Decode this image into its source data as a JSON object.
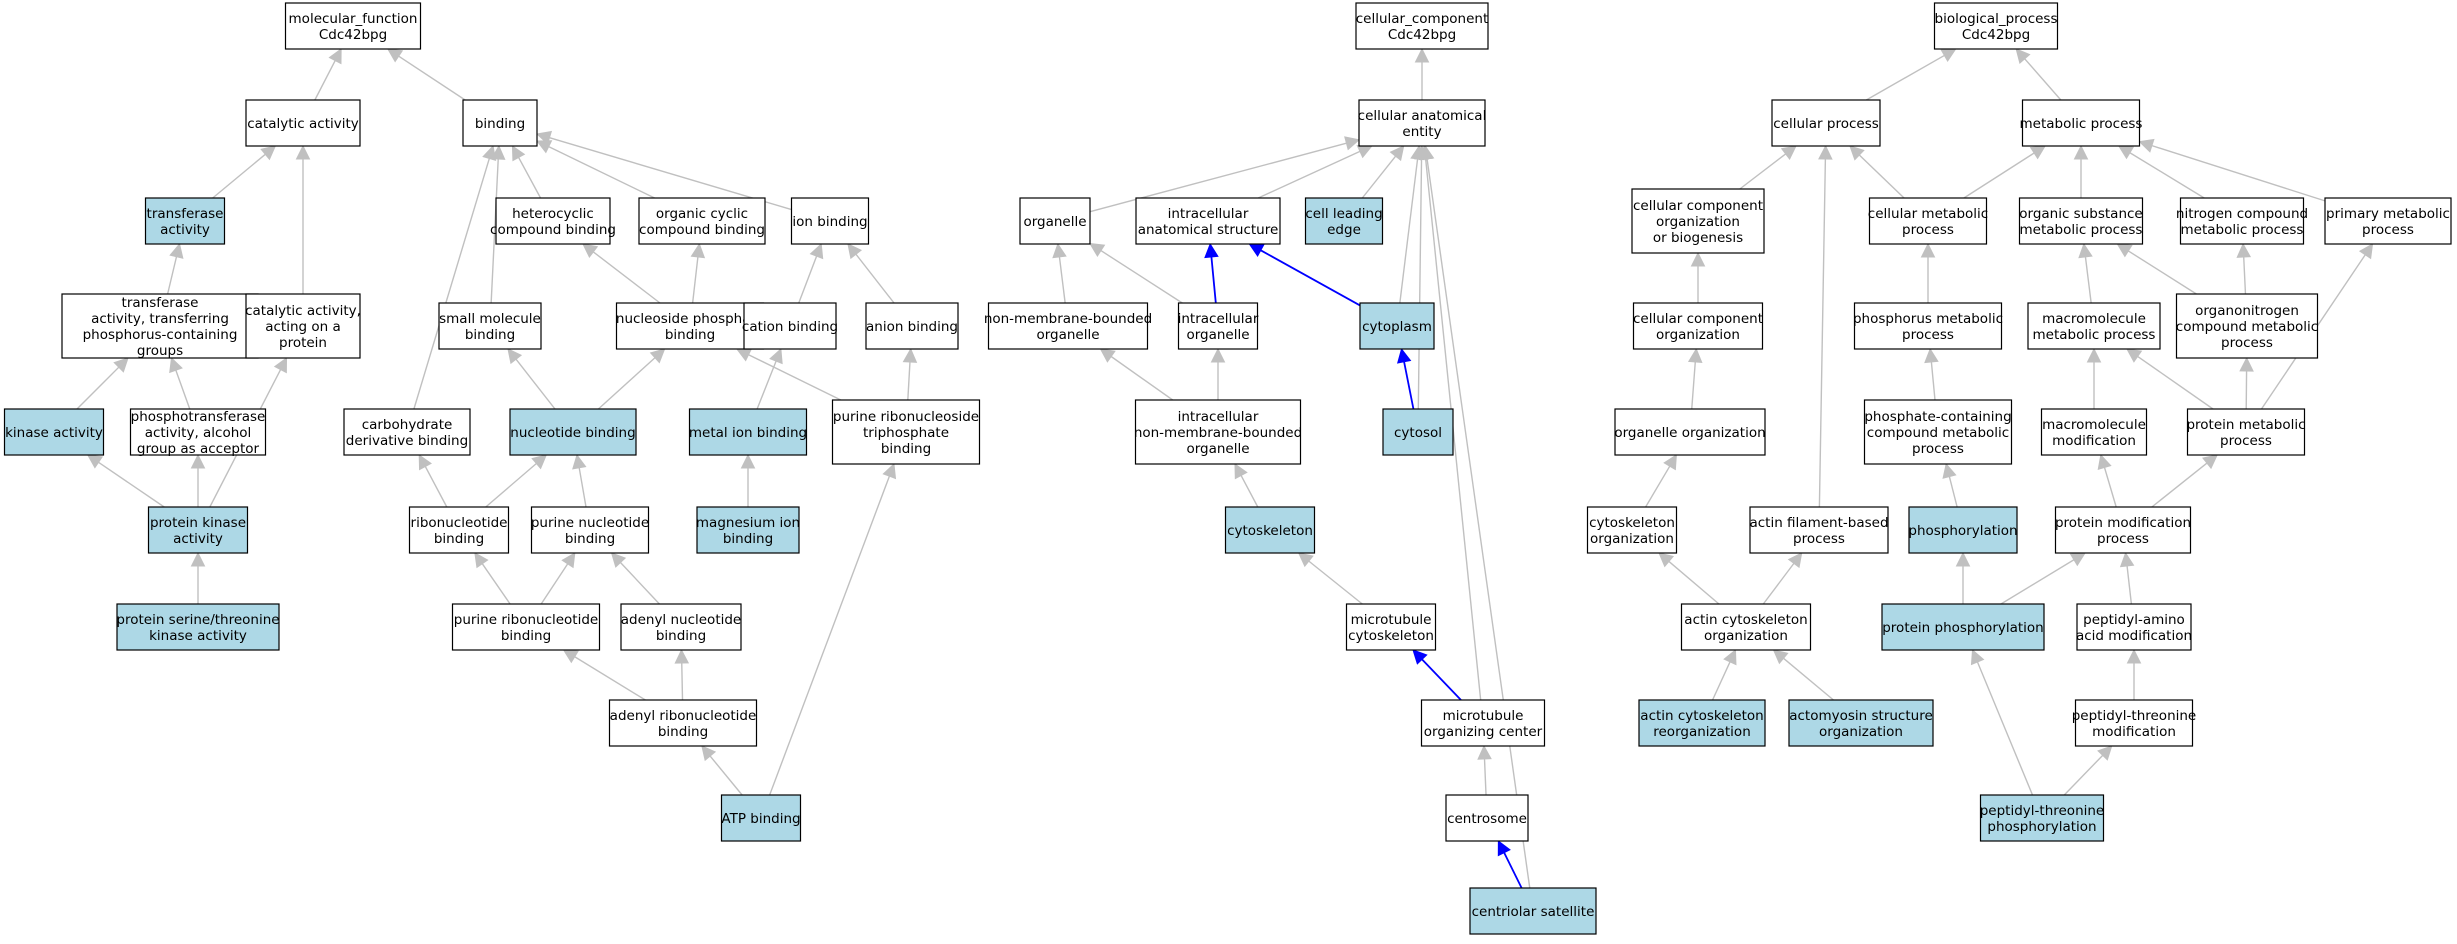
{
  "styles": {
    "highlight_fill": "#add8e6",
    "plain_fill": "#ffffff",
    "edge_gray": "#c0c0c0",
    "edge_blue": "#0000ff"
  },
  "nodes": [
    {
      "id": "mf",
      "label": "molecular_function\nCdc42bpg",
      "hl": false
    },
    {
      "id": "cat",
      "label": "catalytic activity",
      "hl": false
    },
    {
      "id": "bind",
      "label": "binding",
      "hl": false
    },
    {
      "id": "transf",
      "label": "transferase\nactivity",
      "hl": true
    },
    {
      "id": "trphos",
      "label": "transferase\nactivity, transferring\nphosphorus-containing\ngroups",
      "hl": false
    },
    {
      "id": "catprot",
      "label": "catalytic activity,\nacting on a\nprotein",
      "hl": false
    },
    {
      "id": "kinase",
      "label": "kinase activity",
      "hl": true
    },
    {
      "id": "phosalc",
      "label": "phosphotransferase\nactivity, alcohol\ngroup as acceptor",
      "hl": false
    },
    {
      "id": "protkin",
      "label": "protein kinase\nactivity",
      "hl": true
    },
    {
      "id": "pstk",
      "label": "protein serine/threonine\nkinase activity",
      "hl": true
    },
    {
      "id": "hetero",
      "label": "heterocyclic\ncompound binding",
      "hl": false
    },
    {
      "id": "orgcyc",
      "label": "organic cyclic\ncompound binding",
      "hl": false
    },
    {
      "id": "ionb",
      "label": "ion binding",
      "hl": false
    },
    {
      "id": "smallmol",
      "label": "small molecule\nbinding",
      "hl": false
    },
    {
      "id": "nucphos",
      "label": "nucleoside phosphate\nbinding",
      "hl": false
    },
    {
      "id": "cation",
      "label": "cation binding",
      "hl": false
    },
    {
      "id": "anion",
      "label": "anion binding",
      "hl": false
    },
    {
      "id": "carbo",
      "label": "carbohydrate\nderivative binding",
      "hl": false
    },
    {
      "id": "nucbind",
      "label": "nucleotide binding",
      "hl": true
    },
    {
      "id": "metalion",
      "label": "metal ion binding",
      "hl": true
    },
    {
      "id": "prntp",
      "label": "purine ribonucleoside\ntriphosphate\nbinding",
      "hl": false
    },
    {
      "id": "ribonuc",
      "label": "ribonucleotide\nbinding",
      "hl": false
    },
    {
      "id": "purnuc",
      "label": "purine nucleotide\nbinding",
      "hl": false
    },
    {
      "id": "mgion",
      "label": "magnesium ion\nbinding",
      "hl": true
    },
    {
      "id": "purribo",
      "label": "purine ribonucleotide\nbinding",
      "hl": false
    },
    {
      "id": "adenyl",
      "label": "adenyl nucleotide\nbinding",
      "hl": false
    },
    {
      "id": "adenylribo",
      "label": "adenyl ribonucleotide\nbinding",
      "hl": false
    },
    {
      "id": "atp",
      "label": "ATP binding",
      "hl": true
    },
    {
      "id": "cc",
      "label": "cellular_component\nCdc42bpg",
      "hl": false
    },
    {
      "id": "cae",
      "label": "cellular anatomical\nentity",
      "hl": false
    },
    {
      "id": "organelle",
      "label": "organelle",
      "hl": false
    },
    {
      "id": "ias",
      "label": "intracellular\nanatomical structure",
      "hl": false
    },
    {
      "id": "cle",
      "label": "cell leading\nedge",
      "hl": true
    },
    {
      "id": "nmbo",
      "label": "non-membrane-bounded\norganelle",
      "hl": false
    },
    {
      "id": "intorg",
      "label": "intracellular\norganelle",
      "hl": false
    },
    {
      "id": "cytoplasm",
      "label": "cytoplasm",
      "hl": true
    },
    {
      "id": "inmbo",
      "label": "intracellular\nnon-membrane-bounded\norganelle",
      "hl": false
    },
    {
      "id": "cytosol",
      "label": "cytosol",
      "hl": true
    },
    {
      "id": "cytoskel",
      "label": "cytoskeleton",
      "hl": true
    },
    {
      "id": "mtcyto",
      "label": "microtubule\ncytoskeleton",
      "hl": false
    },
    {
      "id": "mtoc",
      "label": "microtubule\norganizing center",
      "hl": false
    },
    {
      "id": "centrosome",
      "label": "centrosome",
      "hl": false
    },
    {
      "id": "centsat",
      "label": "centriolar satellite",
      "hl": true
    },
    {
      "id": "bp",
      "label": "biological_process\nCdc42bpg",
      "hl": false
    },
    {
      "id": "cellproc",
      "label": "cellular process",
      "hl": false
    },
    {
      "id": "metproc",
      "label": "metabolic process",
      "hl": false
    },
    {
      "id": "ccob",
      "label": "cellular component\norganization\nor biogenesis",
      "hl": false
    },
    {
      "id": "cellmet",
      "label": "cellular metabolic\nprocess",
      "hl": false
    },
    {
      "id": "orgsub",
      "label": "organic substance\nmetabolic process",
      "hl": false
    },
    {
      "id": "nitro",
      "label": "nitrogen compound\nmetabolic process",
      "hl": false
    },
    {
      "id": "primmet",
      "label": "primary metabolic\nprocess",
      "hl": false
    },
    {
      "id": "ccorg",
      "label": "cellular component\norganization",
      "hl": false
    },
    {
      "id": "phosmet",
      "label": "phosphorus metabolic\nprocess",
      "hl": false
    },
    {
      "id": "macromet",
      "label": "macromolecule\nmetabolic process",
      "hl": false
    },
    {
      "id": "orgnitro",
      "label": "organonitrogen\ncompound metabolic\nprocess",
      "hl": false
    },
    {
      "id": "orgorg",
      "label": "organelle organization",
      "hl": false
    },
    {
      "id": "phoscont",
      "label": "phosphate-containing\ncompound metabolic\nprocess",
      "hl": false
    },
    {
      "id": "macromod",
      "label": "macromolecule\nmodification",
      "hl": false
    },
    {
      "id": "protmet",
      "label": "protein metabolic\nprocess",
      "hl": false
    },
    {
      "id": "cytoorg",
      "label": "cytoskeleton\norganization",
      "hl": false
    },
    {
      "id": "actinfil",
      "label": "actin filament-based\nprocess",
      "hl": false
    },
    {
      "id": "phosphorylation",
      "label": "phosphorylation",
      "hl": true
    },
    {
      "id": "protmod",
      "label": "protein modification\nprocess",
      "hl": false
    },
    {
      "id": "actincyto",
      "label": "actin cytoskeleton\norganization",
      "hl": false
    },
    {
      "id": "protphos",
      "label": "protein phosphorylation",
      "hl": true
    },
    {
      "id": "peptamino",
      "label": "peptidyl-amino\nacid modification",
      "hl": false
    },
    {
      "id": "actinreorg",
      "label": "actin cytoskeleton\nreorganization",
      "hl": true
    },
    {
      "id": "actomyosin",
      "label": "actomyosin structure\norganization",
      "hl": true
    },
    {
      "id": "peptthr",
      "label": "peptidyl-threonine\nmodification",
      "hl": false
    },
    {
      "id": "peptthrphos",
      "label": "peptidyl-threonine\nphosphorylation",
      "hl": true
    }
  ],
  "edges": [
    {
      "from": "cat",
      "to": "mf",
      "blue": false
    },
    {
      "from": "bind",
      "to": "mf",
      "blue": false
    },
    {
      "from": "transf",
      "to": "cat",
      "blue": false
    },
    {
      "from": "catprot",
      "to": "cat",
      "blue": false
    },
    {
      "from": "trphos",
      "to": "transf",
      "blue": false
    },
    {
      "from": "kinase",
      "to": "trphos",
      "blue": false
    },
    {
      "from": "phosalc",
      "to": "trphos",
      "blue": false
    },
    {
      "from": "protkin",
      "to": "kinase",
      "blue": false
    },
    {
      "from": "protkin",
      "to": "phosalc",
      "blue": false
    },
    {
      "from": "protkin",
      "to": "catprot",
      "blue": false
    },
    {
      "from": "pstk",
      "to": "protkin",
      "blue": false
    },
    {
      "from": "hetero",
      "to": "bind",
      "blue": false
    },
    {
      "from": "orgcyc",
      "to": "bind",
      "blue": false
    },
    {
      "from": "ionb",
      "to": "bind",
      "blue": false
    },
    {
      "from": "smallmol",
      "to": "bind",
      "blue": false
    },
    {
      "from": "carbo",
      "to": "bind",
      "blue": false
    },
    {
      "from": "nucphos",
      "to": "hetero",
      "blue": false
    },
    {
      "from": "nucphos",
      "to": "orgcyc",
      "blue": false
    },
    {
      "from": "cation",
      "to": "ionb",
      "blue": false
    },
    {
      "from": "anion",
      "to": "ionb",
      "blue": false
    },
    {
      "from": "nucbind",
      "to": "smallmol",
      "blue": false
    },
    {
      "from": "nucbind",
      "to": "nucphos",
      "blue": false
    },
    {
      "from": "metalion",
      "to": "cation",
      "blue": false
    },
    {
      "from": "prntp",
      "to": "anion",
      "blue": false
    },
    {
      "from": "prntp",
      "to": "nucphos",
      "blue": false
    },
    {
      "from": "ribonuc",
      "to": "carbo",
      "blue": false
    },
    {
      "from": "ribonuc",
      "to": "nucbind",
      "blue": false
    },
    {
      "from": "purnuc",
      "to": "nucbind",
      "blue": false
    },
    {
      "from": "mgion",
      "to": "metalion",
      "blue": false
    },
    {
      "from": "purribo",
      "to": "ribonuc",
      "blue": false
    },
    {
      "from": "purribo",
      "to": "purnuc",
      "blue": false
    },
    {
      "from": "adenyl",
      "to": "purnuc",
      "blue": false
    },
    {
      "from": "adenylribo",
      "to": "purribo",
      "blue": false
    },
    {
      "from": "adenylribo",
      "to": "adenyl",
      "blue": false
    },
    {
      "from": "atp",
      "to": "adenylribo",
      "blue": false
    },
    {
      "from": "atp",
      "to": "prntp",
      "blue": false
    },
    {
      "from": "cae",
      "to": "cc",
      "blue": false
    },
    {
      "from": "organelle",
      "to": "cae",
      "blue": false
    },
    {
      "from": "ias",
      "to": "cae",
      "blue": false
    },
    {
      "from": "cle",
      "to": "cae",
      "blue": false
    },
    {
      "from": "cytoplasm",
      "to": "cae",
      "blue": false
    },
    {
      "from": "cytosol",
      "to": "cae",
      "blue": false
    },
    {
      "from": "mtoc",
      "to": "cae",
      "blue": false
    },
    {
      "from": "centsat",
      "to": "cae",
      "blue": false
    },
    {
      "from": "nmbo",
      "to": "organelle",
      "blue": false
    },
    {
      "from": "intorg",
      "to": "organelle",
      "blue": false
    },
    {
      "from": "intorg",
      "to": "ias",
      "blue": true
    },
    {
      "from": "cytoplasm",
      "to": "ias",
      "blue": true
    },
    {
      "from": "cytosol",
      "to": "cytoplasm",
      "blue": true
    },
    {
      "from": "inmbo",
      "to": "nmbo",
      "blue": false
    },
    {
      "from": "inmbo",
      "to": "intorg",
      "blue": false
    },
    {
      "from": "cytoskel",
      "to": "inmbo",
      "blue": false
    },
    {
      "from": "mtcyto",
      "to": "cytoskel",
      "blue": false
    },
    {
      "from": "mtoc",
      "to": "mtcyto",
      "blue": true
    },
    {
      "from": "centrosome",
      "to": "mtoc",
      "blue": false
    },
    {
      "from": "centsat",
      "to": "centrosome",
      "blue": true
    },
    {
      "from": "cellproc",
      "to": "bp",
      "blue": false
    },
    {
      "from": "metproc",
      "to": "bp",
      "blue": false
    },
    {
      "from": "ccob",
      "to": "cellproc",
      "blue": false
    },
    {
      "from": "cellmet",
      "to": "cellproc",
      "blue": false
    },
    {
      "from": "actinfil",
      "to": "cellproc",
      "blue": false
    },
    {
      "from": "cellmet",
      "to": "metproc",
      "blue": false
    },
    {
      "from": "orgsub",
      "to": "metproc",
      "blue": false
    },
    {
      "from": "nitro",
      "to": "metproc",
      "blue": false
    },
    {
      "from": "primmet",
      "to": "metproc",
      "blue": false
    },
    {
      "from": "ccorg",
      "to": "ccob",
      "blue": false
    },
    {
      "from": "orgorg",
      "to": "ccorg",
      "blue": false
    },
    {
      "from": "cytoorg",
      "to": "orgorg",
      "blue": false
    },
    {
      "from": "actincyto",
      "to": "cytoorg",
      "blue": false
    },
    {
      "from": "actincyto",
      "to": "actinfil",
      "blue": false
    },
    {
      "from": "actinreorg",
      "to": "actincyto",
      "blue": false
    },
    {
      "from": "actomyosin",
      "to": "actincyto",
      "blue": false
    },
    {
      "from": "phosmet",
      "to": "cellmet",
      "blue": false
    },
    {
      "from": "phoscont",
      "to": "phosmet",
      "blue": false
    },
    {
      "from": "phosphorylation",
      "to": "phoscont",
      "blue": false
    },
    {
      "from": "protphos",
      "to": "phosphorylation",
      "blue": false
    },
    {
      "from": "macromet",
      "to": "orgsub",
      "blue": false
    },
    {
      "from": "orgnitro",
      "to": "orgsub",
      "blue": false
    },
    {
      "from": "orgnitro",
      "to": "nitro",
      "blue": false
    },
    {
      "from": "macromod",
      "to": "macromet",
      "blue": false
    },
    {
      "from": "protmet",
      "to": "macromet",
      "blue": false
    },
    {
      "from": "protmet",
      "to": "orgnitro",
      "blue": false
    },
    {
      "from": "protmet",
      "to": "primmet",
      "blue": false
    },
    {
      "from": "protmod",
      "to": "macromod",
      "blue": false
    },
    {
      "from": "protmod",
      "to": "protmet",
      "blue": false
    },
    {
      "from": "protphos",
      "to": "protmod",
      "blue": false
    },
    {
      "from": "peptamino",
      "to": "protmod",
      "blue": false
    },
    {
      "from": "peptthr",
      "to": "peptamino",
      "blue": false
    },
    {
      "from": "peptthrphos",
      "to": "peptthr",
      "blue": false
    },
    {
      "from": "peptthrphos",
      "to": "protphos",
      "blue": false
    }
  ]
}
